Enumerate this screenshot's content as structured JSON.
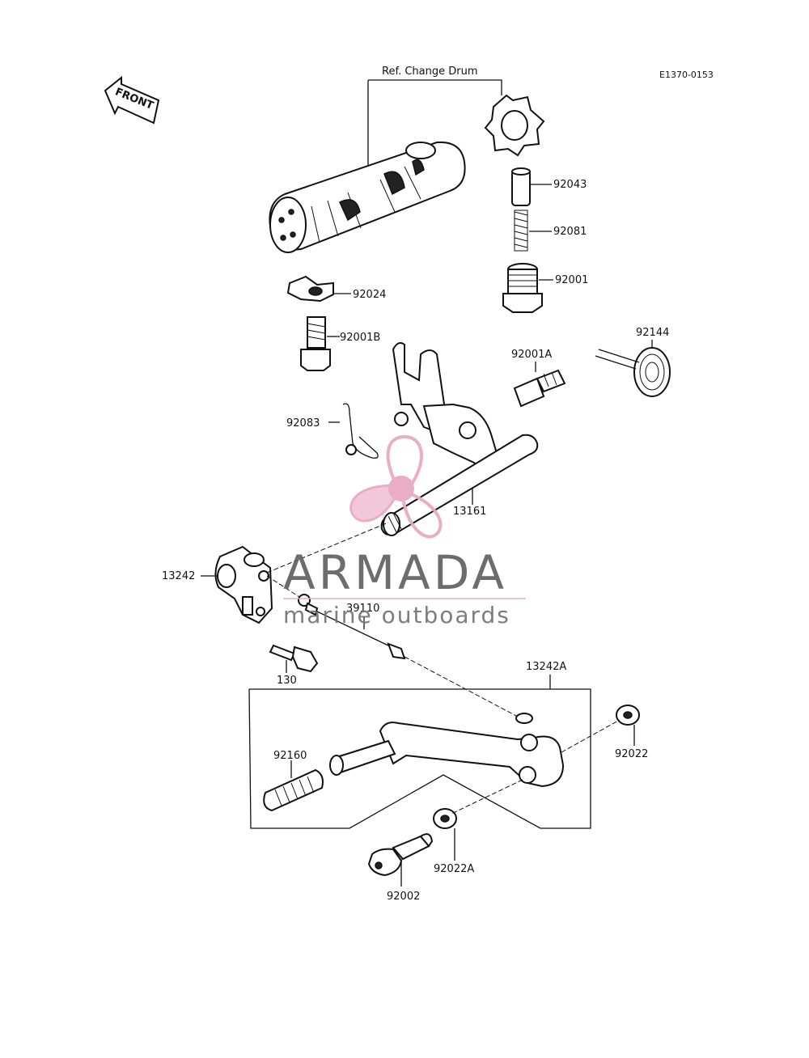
{
  "diagram": {
    "code": "E1370-0153",
    "front_arrow_label": "FRONT",
    "ref_label": "Ref. Change Drum",
    "parts": {
      "p92043": "92043",
      "p92081": "92081",
      "p92001": "92001",
      "p92024": "92024",
      "p92001B": "92001B",
      "p92144": "92144",
      "p92001A": "92001A",
      "p92083": "92083",
      "p13161": "13161",
      "p13242": "13242",
      "p39110": "39110",
      "p130": "130",
      "p13242A": "13242A",
      "p92160": "92160",
      "p92022": "92022",
      "p92022A": "92022A",
      "p92002": "92002"
    }
  },
  "watermark": {
    "brand": "ARMADA",
    "tagline": "marine outboards",
    "color_pink": "#e8a9c1",
    "color_gray": "#666666"
  }
}
